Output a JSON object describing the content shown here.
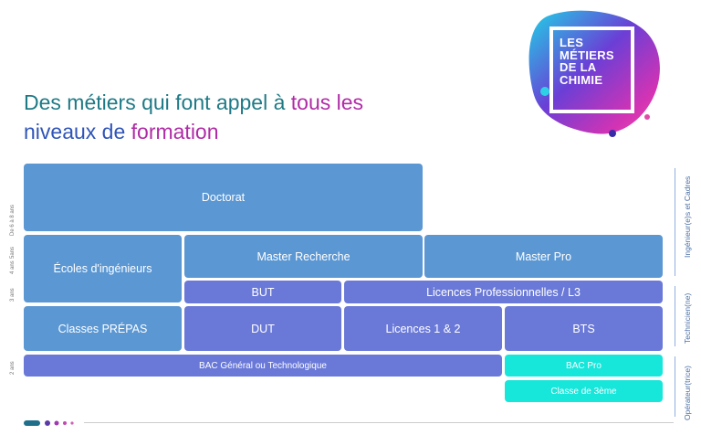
{
  "title": {
    "line1_part1": "Des métiers qui font appel à ",
    "line1_part2": "tous les",
    "line2_part1": "niveaux de ",
    "line2_part2": "formation"
  },
  "logo": {
    "line1": "LES",
    "line2": "MÉTIERS",
    "line3": "DE LA",
    "line4": "CHIMIE"
  },
  "duration_labels": {
    "d1": "De 6 à 8 ans",
    "d2": "4 ans",
    "d3": "5ans",
    "d4": "3 ans",
    "d5": "2 ans"
  },
  "levels": {
    "doctorat": "Doctorat",
    "ecoles": "Écoles d'ingénieurs",
    "master_recherche": "Master Recherche",
    "master_pro": "Master Pro",
    "but": "BUT",
    "licences_pro": "Licences Professionnelles / L3",
    "classes_prepas": "Classes PRÉPAS",
    "dut": "DUT",
    "licences_12": "Licences 1 & 2",
    "bts": "BTS",
    "bac_general": "BAC Général ou Technologique",
    "bac_pro": "BAC Pro",
    "classe_3eme": "Classe de 3ème"
  },
  "categories": {
    "cadres": "Ingénieur(e)s et Cadres",
    "technicien": "Technicien(ne)",
    "operateur": "Opérateur(trice)"
  },
  "colors": {
    "light_blue": "#5b97d3",
    "indigo": "#6a79d8",
    "cyan": "#17e6da",
    "title_teal": "#1f7a86",
    "title_purple": "#b02ba6",
    "title_blue": "#2f55b8"
  }
}
